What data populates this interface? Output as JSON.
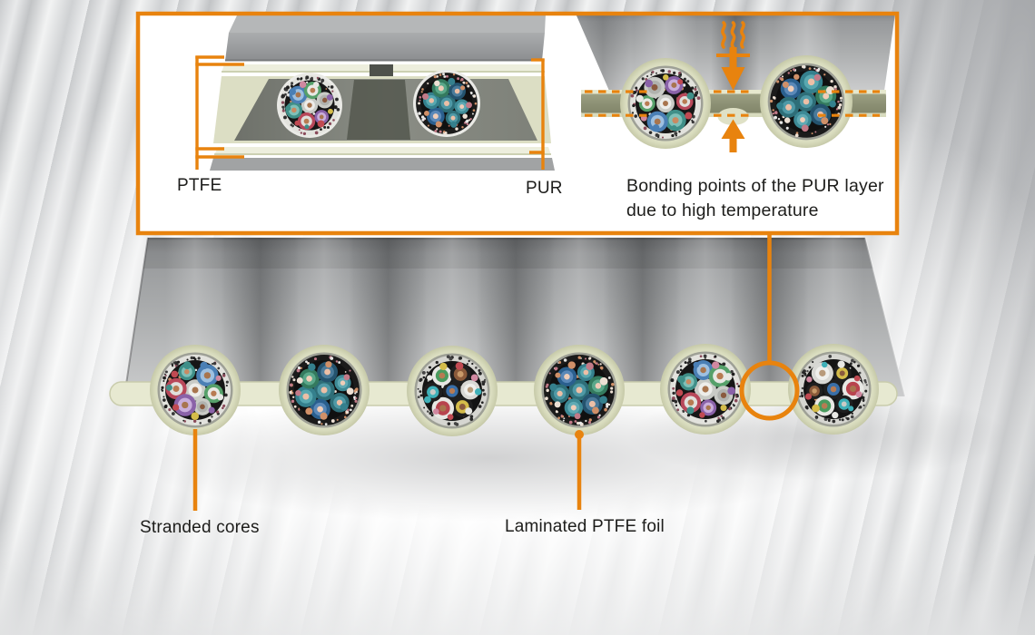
{
  "callout": {
    "exploded_view": {
      "ptfe_label": "PTFE",
      "pur_label": "PUR"
    },
    "bonded_view": {
      "caption_line1": "Bonding points of the PUR layer",
      "caption_line2": "due to high temperature",
      "icons": [
        "heat-waves-icon",
        "arrow-down-icon",
        "arrow-up-icon"
      ]
    }
  },
  "cable": {
    "stranded_cores_label": "Stranded cores",
    "laminated_ptfe_label": "Laminated PTFE foil"
  },
  "colors": {
    "accent_orange": "#E8830E",
    "text": "#1D1D1B",
    "cream": "#E7E9D1",
    "cream_dark": "#C9CCAC",
    "olive": "#8D9175",
    "ring_gray": "#9EA096",
    "shield_white": "#EAEAE6",
    "sheath_gray_light": "#CDCECF",
    "sheath_gray_dark": "#7E8082"
  },
  "palettes": {
    "light": {
      "braid": "#E2E2DD",
      "speck": [
        "#1E1E1E",
        "#3A3A3A",
        "#8A4A5A",
        "#2A2A2A"
      ],
      "inner": "#161616",
      "inner_speck": [
        "#E8E8E4",
        "#C98A62"
      ],
      "minis": [
        [
          "#C9CBC6",
          "#EDEDEA",
          "#A8754E"
        ],
        [
          "#B8485A",
          "#E0E0DC",
          "#B87B52"
        ],
        [
          "#3F8F88",
          "#7FC0B8",
          "#C98A62"
        ],
        [
          "#4A7FB5",
          "#9EC0E0",
          "#A8754E"
        ],
        [
          "#56A06A",
          "#E8E8E4",
          "#B87B52"
        ],
        [
          "#C9CBC6",
          "#B0B2AE",
          "#8A5A3E"
        ],
        [
          "#8A62A8",
          "#C9AEDB",
          "#A8754E"
        ]
      ],
      "fillers": [
        "#C04A52",
        "#3F8F88",
        "#4A7FB5",
        "#D088A0",
        "#E8E8E4",
        "#8A62A8",
        "#D4BC4A"
      ]
    },
    "teal": {
      "braid": "#1B1B1B",
      "speck": [
        "#D09068",
        "#EDE0D4",
        "#C27A88",
        "#E8E8E6"
      ],
      "inner": "#101010",
      "inner_speck": [
        "#D09068",
        "#EDE0D4",
        "#B86A5A"
      ],
      "minis": [
        [
          "#2E6E78",
          "#4F99A6",
          "#EDBFA6"
        ],
        [
          "#2A5F8E",
          "#5A88B8",
          "#F0CDB8"
        ],
        [
          "#35808D",
          "#58A8B0",
          "#EDBFA6"
        ],
        [
          "#347A5E",
          "#5AA88A",
          "#F0CDB8"
        ],
        [
          "#24536E",
          "#4A7A9A",
          "#EDBFA6"
        ],
        [
          "#3D8A96",
          "#60AAB4",
          "#F0CDB8"
        ],
        [
          "#2E6E78",
          "#4F99A6",
          "#EDBFA6"
        ]
      ],
      "fillers": [
        "#D09068",
        "#C27A88",
        "#EDE0D4",
        "#35808D"
      ]
    },
    "darkjacket": {
      "braid": "#D6D6D1",
      "speck": [
        "#222222",
        "#444444",
        "#2A2A2A"
      ],
      "inner": "#141414",
      "inner_speck": [
        "#E8E8E4",
        "#C98A62"
      ],
      "minis": [
        [
          "#1F1F1F",
          "#3A6FA8",
          "#B87B52"
        ],
        [
          "#1F1F1F",
          "#D4BC4A",
          "#8A5A3E"
        ],
        [
          "#E8E8E4",
          "#B8444E",
          "#A8754E"
        ],
        [
          "#1F1F1F",
          "#3FB0B8",
          "#C9CBC6"
        ],
        [
          "#E8E8E4",
          "#4A9A5E",
          "#B87B52"
        ],
        [
          "#1F1F1F",
          "#8A5A3A",
          "#C89A6A"
        ],
        [
          "#D8D8D4",
          "#EFEFEC",
          "#B89A7A"
        ]
      ],
      "fillers": [
        "#C04A52",
        "#D088A0",
        "#3FB0B8",
        "#E8E8E4",
        "#D4BC4A"
      ]
    }
  }
}
